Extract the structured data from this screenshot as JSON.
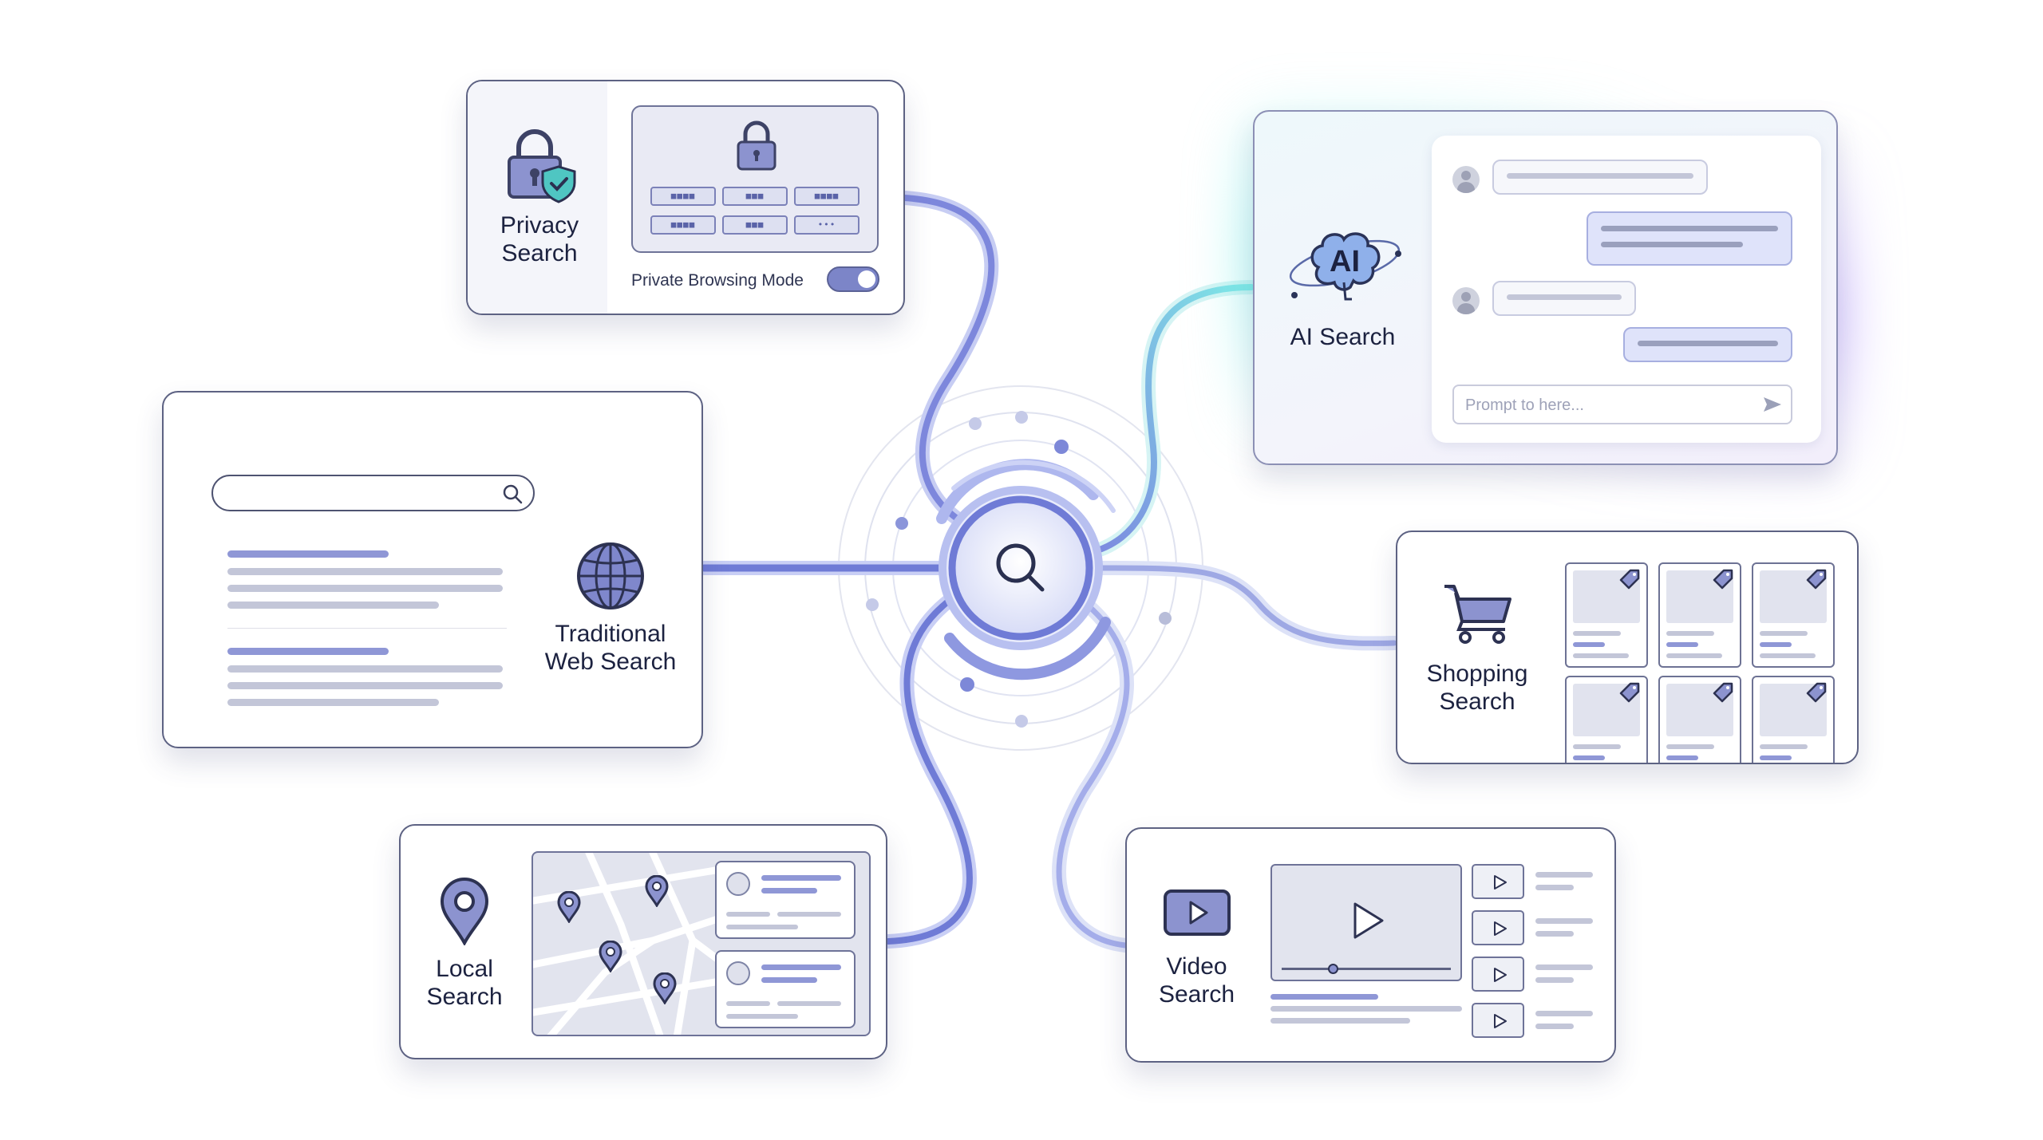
{
  "hub": {
    "icon": "search-icon"
  },
  "privacy": {
    "label_line1": "Privacy",
    "label_line2": "Search",
    "icon": "lock-shield-icon",
    "password_fields": [
      "■■■■",
      "■■■",
      "■■■■",
      "■■■■",
      "■■■",
      "•••"
    ],
    "toggle_label": "Private Browsing Mode",
    "toggle_on": true
  },
  "web": {
    "label_line1": "Traditional",
    "label_line2": "Web Search",
    "icon": "globe-icon"
  },
  "ai": {
    "label": "AI Search",
    "brain_text": "AI",
    "icon": "ai-brain-icon",
    "prompt_placeholder": "Prompt to here..."
  },
  "shopping": {
    "label_line1": "Shopping",
    "label_line2": "Search",
    "icon": "shopping-cart-icon"
  },
  "local": {
    "label_line1": "Local",
    "label_line2": "Search",
    "icon": "map-pin-icon"
  },
  "video": {
    "label_line1": "Video",
    "label_line2": "Search",
    "icon": "video-play-icon",
    "progress": 0.3
  },
  "colors": {
    "outline": "#5d6283",
    "accent": "#6f7bd6",
    "accent_light": "#aab3ec",
    "ai_glow_cyan": "#78f0eb",
    "ai_glow_violet": "#b9a0ff"
  }
}
